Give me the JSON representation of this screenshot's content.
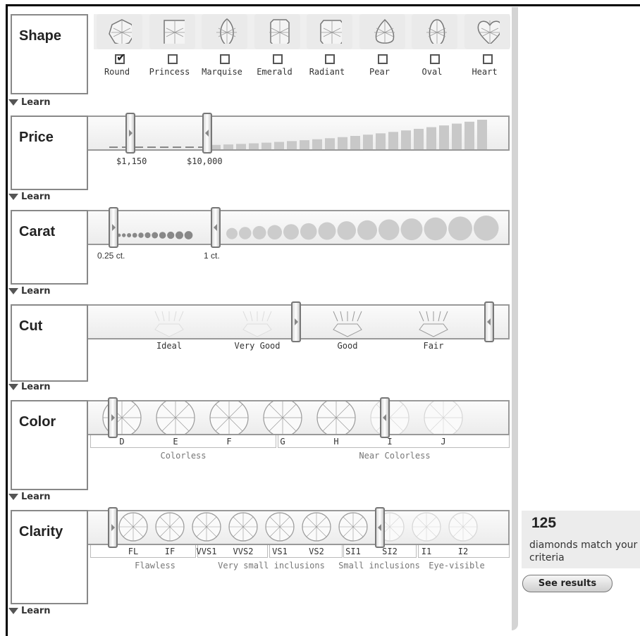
{
  "filters": {
    "shape": {
      "label": "Shape",
      "learn": "Learn",
      "options": [
        {
          "name": "Round",
          "checked": true
        },
        {
          "name": "Princess",
          "checked": false
        },
        {
          "name": "Marquise",
          "checked": false
        },
        {
          "name": "Emerald",
          "checked": false
        },
        {
          "name": "Radiant",
          "checked": false
        },
        {
          "name": "Pear",
          "checked": false
        },
        {
          "name": "Oval",
          "checked": false
        },
        {
          "name": "Heart",
          "checked": false
        }
      ]
    },
    "price": {
      "label": "Price",
      "learn": "Learn",
      "min_label": "$1,150",
      "max_label": "$10,000"
    },
    "carat": {
      "label": "Carat",
      "learn": "Learn",
      "min_label": "0.25 ct.",
      "max_label": "1 ct."
    },
    "cut": {
      "label": "Cut",
      "learn": "Learn",
      "grades": [
        "Ideal",
        "Very Good",
        "Good",
        "Fair"
      ],
      "selected_from": "Good",
      "selected_to": "Fair"
    },
    "color": {
      "label": "Color",
      "learn": "Learn",
      "grades": [
        "D",
        "E",
        "F",
        "G",
        "H",
        "I",
        "J"
      ],
      "groups": [
        "Colorless",
        "Near Colorless"
      ],
      "selected_from": "D",
      "selected_to": "H"
    },
    "clarity": {
      "label": "Clarity",
      "learn": "Learn",
      "grades": [
        "FL",
        "IF",
        "VVS1",
        "VVS2",
        "VS1",
        "VS2",
        "SI1",
        "SI2",
        "I1",
        "I2"
      ],
      "groups": [
        "Flawless",
        "Very small inclusions",
        "Small inclusions",
        "Eye-visible"
      ],
      "selected_from": "FL",
      "selected_to": "SI1"
    }
  },
  "results": {
    "count": "125",
    "text": "diamonds match your criteria",
    "button": "See results"
  },
  "colors": {
    "handle": "#777777",
    "border": "#999999",
    "panel_bg": "#ececec"
  }
}
